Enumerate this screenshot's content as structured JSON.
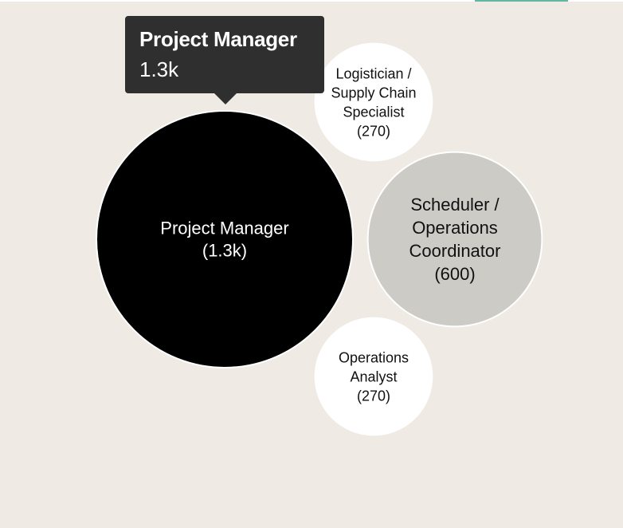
{
  "chart_data": {
    "type": "bubble",
    "title": "",
    "nodes": [
      {
        "label": "Project Manager",
        "value_label": "1.3k",
        "value": 1300,
        "color": "#000000",
        "text_color": "#ffffff"
      },
      {
        "label": "Scheduler / Operations Coordinator",
        "value_label": "600",
        "value": 600,
        "color": "#cdcbc6",
        "text_color": "#111111"
      },
      {
        "label": "Logistician / Supply Chain Specialist",
        "value_label": "270",
        "value": 270,
        "color": "#ffffff",
        "text_color": "#111111"
      },
      {
        "label": "Operations Analyst",
        "value_label": "270",
        "value": 270,
        "color": "#ffffff",
        "text_color": "#111111"
      }
    ]
  },
  "tooltip": {
    "title": "Project Manager",
    "value": "1.3k"
  },
  "colors": {
    "background": "#efeae4",
    "tooltip_bg": "#2f2f2f",
    "accent": "#5fb7a4"
  }
}
